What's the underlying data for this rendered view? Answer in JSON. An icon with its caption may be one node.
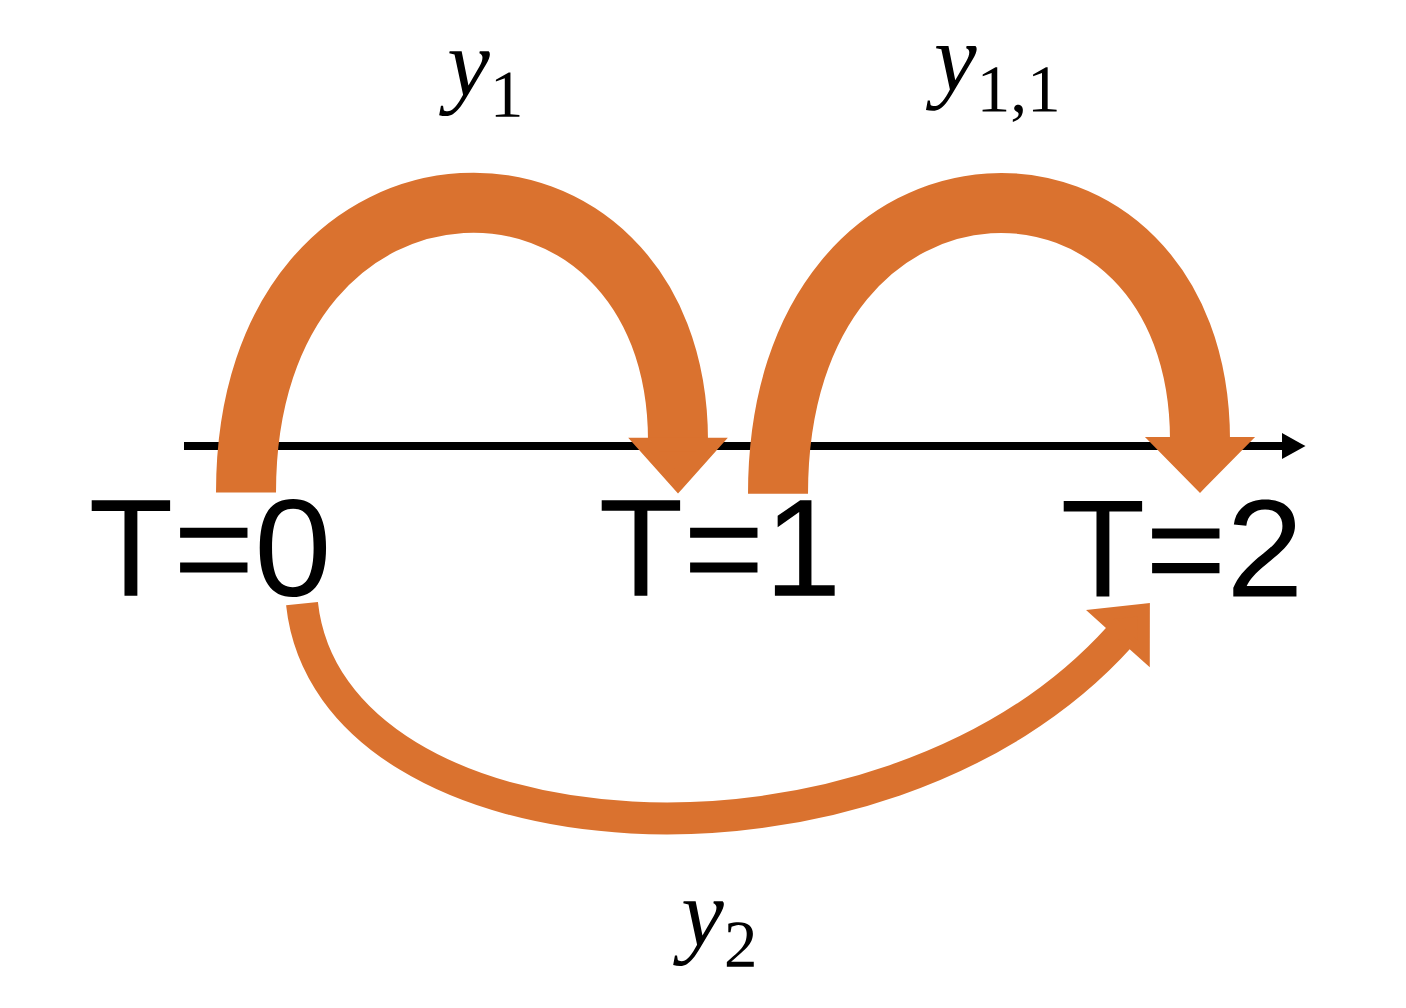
{
  "diagram": {
    "nodes": [
      {
        "text": [
          "T=0"
        ]
      },
      {
        "text": [
          "T=1"
        ]
      },
      {
        "text": [
          "T=2"
        ]
      }
    ],
    "edges": [
      {
        "from": 0,
        "to": 1,
        "arrow": "to",
        "label": "*y*$_{1}$"
      },
      {
        "from": 1,
        "to": 2,
        "arrow": "to",
        "label": "*y*$_{1,1}$"
      },
      {
        "from": 0,
        "to": 2,
        "arrow": "to",
        "label": "*y*$_{2}$"
      }
    ]
  }
}
